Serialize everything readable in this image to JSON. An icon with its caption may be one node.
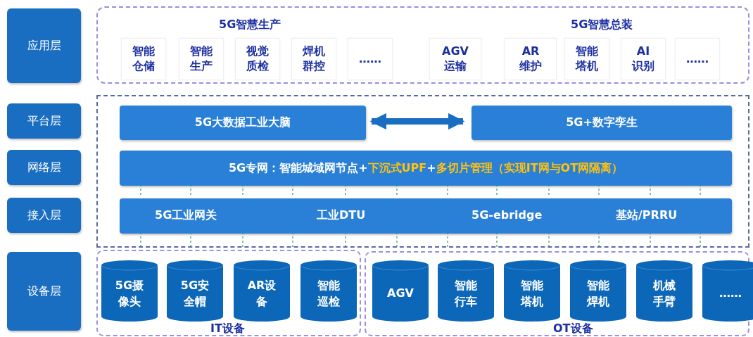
{
  "diagram": {
    "nodes": [
      {
        "text": [
          "应用层"
        ]
      },
      {
        "text": [
          "平台层"
        ]
      },
      {
        "text": [
          "网络层"
        ]
      },
      {
        "text": [
          "接入层"
        ]
      },
      {
        "text": [
          "设备层"
        ]
      },
      {
        "text": [
          "5G智慧生产",
          "5G智慧总装"
        ]
      },
      {
        "text": [
          "智能仓储"
        ],
        "in": 5
      },
      {
        "text": [
          "智能生产"
        ],
        "in": 5
      },
      {
        "text": [
          "视觉质检"
        ],
        "in": 5
      },
      {
        "text": [
          "焊机群控"
        ],
        "in": 5
      },
      {
        "text": [
          "……"
        ],
        "in": 5
      },
      {
        "text": [
          "AGV运输"
        ],
        "in": 5
      },
      {
        "text": [
          "AR维护"
        ],
        "in": 5
      },
      {
        "text": [
          "智能塔机"
        ],
        "in": 5
      },
      {
        "text": [
          "AI识别"
        ],
        "in": 5
      },
      {
        "text": [
          "……"
        ],
        "in": 5
      },
      {
        "text": [],
        "shape": "box"
      },
      {
        "text": [
          "5G大数据工业大脑"
        ],
        "in": 16
      },
      {
        "text": [
          "5G+数字孪生"
        ],
        "in": 16
      },
      {
        "text": [
          "5G专网：智能城域网节点+",
          "下沉式UPF",
          "+",
          "多切片管理（实现IT网与OT网隔离）"
        ],
        "in": 16
      },
      {
        "text": [
          "5G工业网关",
          "工业DTU",
          "5G-ebridge",
          "基站/PRRU"
        ],
        "in": 16
      },
      {
        "text": [
          "IT设备"
        ]
      },
      {
        "text": [
          "5G摄像头"
        ],
        "in": 21
      },
      {
        "text": [
          "5G安全帽"
        ],
        "in": 21
      },
      {
        "text": [
          "AR设备"
        ],
        "in": 21
      },
      {
        "text": [
          "智能巡检"
        ],
        "in": 21
      },
      {
        "text": [
          "OT设备"
        ]
      },
      {
        "text": [
          "AGV"
        ],
        "in": 26
      },
      {
        "text": [
          "智能行车"
        ],
        "in": 26
      },
      {
        "text": [
          "智能塔机"
        ],
        "in": 26
      },
      {
        "text": [
          "智能焊机"
        ],
        "in": 26
      },
      {
        "text": [
          "机械手臂"
        ],
        "in": 26
      },
      {
        "text": [
          "……"
        ],
        "in": 26
      }
    ],
    "edges": [
      {
        "from": 17,
        "to": 18,
        "arrow": "both",
        "style": "thick",
        "color": "#1a6ec2"
      },
      {
        "from": 19,
        "to": 20,
        "arrow": "none",
        "style": "dashed",
        "color": "#3a9a5c"
      },
      {
        "from": 19,
        "to": 20,
        "arrow": "none",
        "style": "dashed",
        "color": "#3a9a5c"
      },
      {
        "from": 19,
        "to": 20,
        "arrow": "none",
        "style": "dashed",
        "color": "#3a9a5c"
      },
      {
        "from": 19,
        "to": 20,
        "arrow": "none",
        "style": "dashed",
        "color": "#3a9a5c"
      },
      {
        "from": 19,
        "to": 20,
        "arrow": "none",
        "style": "dashed",
        "color": "#3a9a5c"
      },
      {
        "from": 19,
        "to": 20,
        "arrow": "none",
        "style": "dashed",
        "color": "#3a9a5c"
      },
      {
        "from": 19,
        "to": 20,
        "arrow": "none",
        "style": "dashed",
        "color": "#3a9a5c"
      },
      {
        "from": 19,
        "to": 20,
        "arrow": "none",
        "style": "dashed",
        "color": "#3a9a5c"
      },
      {
        "from": 19,
        "to": 20,
        "arrow": "none",
        "style": "dashed",
        "color": "#3a9a5c"
      },
      {
        "from": 19,
        "to": 20,
        "arrow": "none",
        "style": "dashed",
        "color": "#3a9a5c"
      },
      {
        "from": 19,
        "to": 20,
        "arrow": "none",
        "style": "dashed",
        "color": "#3a9a5c"
      },
      {
        "from": 19,
        "to": 20,
        "arrow": "none",
        "style": "dashed",
        "color": "#3a9a5c"
      },
      {
        "from": 20,
        "to": null,
        "arrow": "none",
        "style": "dashed",
        "color": "#3a9a5c"
      },
      {
        "from": 20,
        "to": null,
        "arrow": "none",
        "style": "dashed",
        "color": "#3a9a5c"
      },
      {
        "from": 20,
        "to": null,
        "arrow": "none",
        "style": "dashed",
        "color": "#3a9a5c"
      },
      {
        "from": 20,
        "to": null,
        "arrow": "none",
        "style": "dashed",
        "color": "#3a9a5c"
      },
      {
        "from": 20,
        "to": null,
        "arrow": "none",
        "style": "dashed",
        "color": "#3a9a5c"
      },
      {
        "from": 20,
        "to": null,
        "arrow": "none",
        "style": "dashed",
        "color": "#3a9a5c"
      },
      {
        "from": 20,
        "to": null,
        "arrow": "none",
        "style": "dashed",
        "color": "#3a9a5c"
      },
      {
        "from": 20,
        "to": null,
        "arrow": "none",
        "style": "dashed",
        "color": "#3a9a5c"
      },
      {
        "from": 20,
        "to": null,
        "arrow": "none",
        "style": "dashed",
        "color": "#3a9a5c"
      },
      {
        "from": 20,
        "to": null,
        "arrow": "none",
        "style": "dashed",
        "color": "#3a9a5c"
      },
      {
        "from": 20,
        "to": null,
        "arrow": "none",
        "style": "dashed",
        "color": "#3a9a5c"
      },
      {
        "from": 20,
        "to": null,
        "arrow": "none",
        "style": "dashed",
        "color": "#3a9a5c"
      }
    ]
  }
}
